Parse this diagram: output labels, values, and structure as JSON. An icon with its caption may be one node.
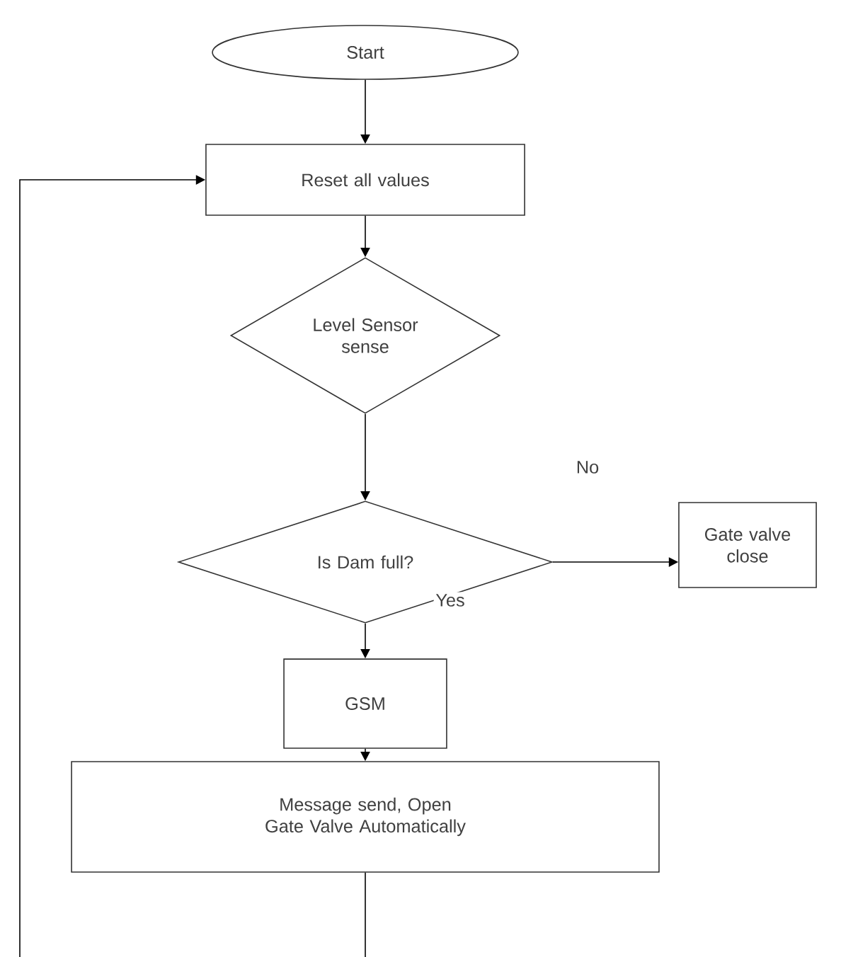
{
  "diagram": {
    "nodes": [
      {
        "text": [
          "Start"
        ]
      },
      {
        "text": [
          "Reset all values"
        ]
      },
      {
        "text": [
          "Level Sensor sense"
        ]
      },
      {
        "text": [
          "Is Dam full?"
        ]
      },
      {
        "text": [
          "Gate valve close"
        ]
      },
      {
        "text": [
          "GSM"
        ]
      },
      {
        "text": [
          "Message send, Open Gate Valve Automatically"
        ]
      }
    ],
    "edges": [
      {
        "from": 0,
        "to": 1,
        "arrow": "to"
      },
      {
        "from": 1,
        "to": 2,
        "arrow": "to"
      },
      {
        "from": 2,
        "to": 3,
        "arrow": "to"
      },
      {
        "from": 3,
        "to": 4,
        "arrow": "to",
        "label": "No"
      },
      {
        "from": 3,
        "to": 5,
        "arrow": "to",
        "label": "Yes"
      },
      {
        "from": 5,
        "to": 6,
        "arrow": "to"
      },
      {
        "from": 6,
        "to": null,
        "arrow": "none"
      },
      {
        "from": null,
        "to": 1,
        "arrow": "to"
      }
    ]
  }
}
